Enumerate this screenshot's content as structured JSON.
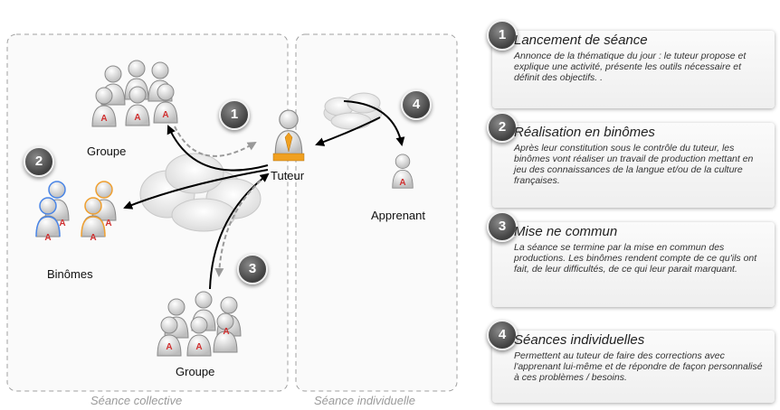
{
  "panels": {
    "collective_label": "Séance collective",
    "individual_label": "Séance individuelle"
  },
  "nodes": {
    "groupe_top": "Groupe",
    "binomes": "Binômes",
    "groupe_bottom": "Groupe",
    "tuteur": "Tuteur",
    "apprenant": "Apprenant"
  },
  "diagram_badges": [
    "1",
    "2",
    "3",
    "4"
  ],
  "person_letter": "A",
  "steps": [
    {
      "number": "1",
      "title": "Lancement de séance",
      "text": "Annonce de la thématique du jour : le tuteur propose et explique une activité, présente les outils nécessaire et définit des objectifs. ."
    },
    {
      "number": "2",
      "title": "Réalisation en binômes",
      "text": "Après leur constitution sous le contrôle du tuteur, les binômes vont réaliser un travail de production mettant en jeu des connaissances de la langue et/ou de la culture françaises."
    },
    {
      "number": "3",
      "title": "Mise ne commun",
      "text": "La séance se termine par la mise en commun des productions. Les binômes rendent compte de ce qu'ils ont fait, de leur difficultés, de ce qui leur parait marquant."
    },
    {
      "number": "4",
      "title": "Séances individuelles",
      "text": "Permettent au tuteur de faire des corrections avec l'apprenant lui-même et de répondre de façon personnalisé à ces problèmes /  besoins."
    }
  ],
  "colors": {
    "binome_blue": "#4a86e8",
    "binome_orange": "#f0a030",
    "letter_red": "#d03030",
    "tie_orange": "#f0a020"
  }
}
